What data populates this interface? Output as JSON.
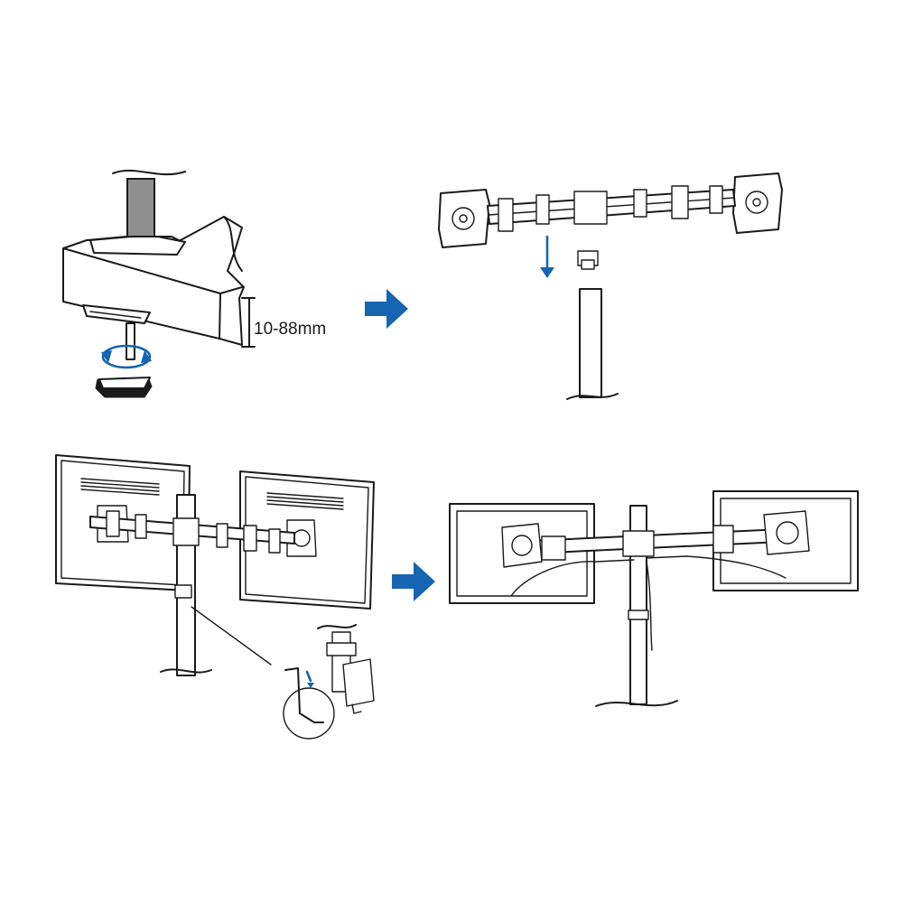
{
  "diagram": {
    "steps": [
      {
        "id": "clamp-to-desk",
        "dimension_label": "10-88mm"
      },
      {
        "id": "attach-arm-to-pole"
      },
      {
        "id": "mount-monitors"
      },
      {
        "id": "final-assembly"
      }
    ],
    "colors": {
      "arrow": "#1565b0",
      "line": "#1a1a1a",
      "background": "#ffffff"
    }
  }
}
